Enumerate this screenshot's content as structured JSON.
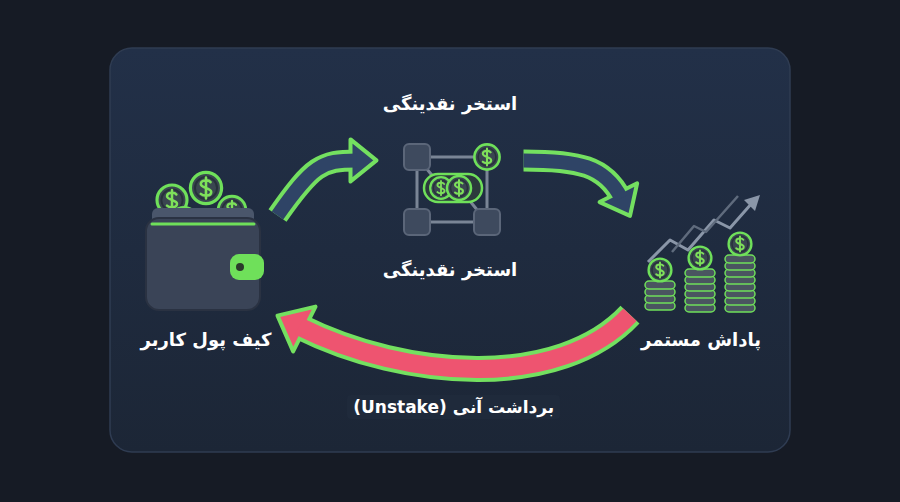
{
  "diagram": {
    "nodes": [
      {
        "text": [
          "کیف پول کاربر"
        ]
      },
      {
        "text": [
          "استخر نقدینگی",
          "استخر نقدینگی"
        ]
      },
      {
        "text": [
          "پاداش مستمر"
        ]
      }
    ],
    "edges": [
      {
        "from": 0,
        "to": 1,
        "arrow": "to"
      },
      {
        "from": 1,
        "to": 2,
        "arrow": "to"
      },
      {
        "from": 2,
        "to": 0,
        "label": "برداشت آنی (Unstake)",
        "arrow": "to"
      }
    ]
  }
}
